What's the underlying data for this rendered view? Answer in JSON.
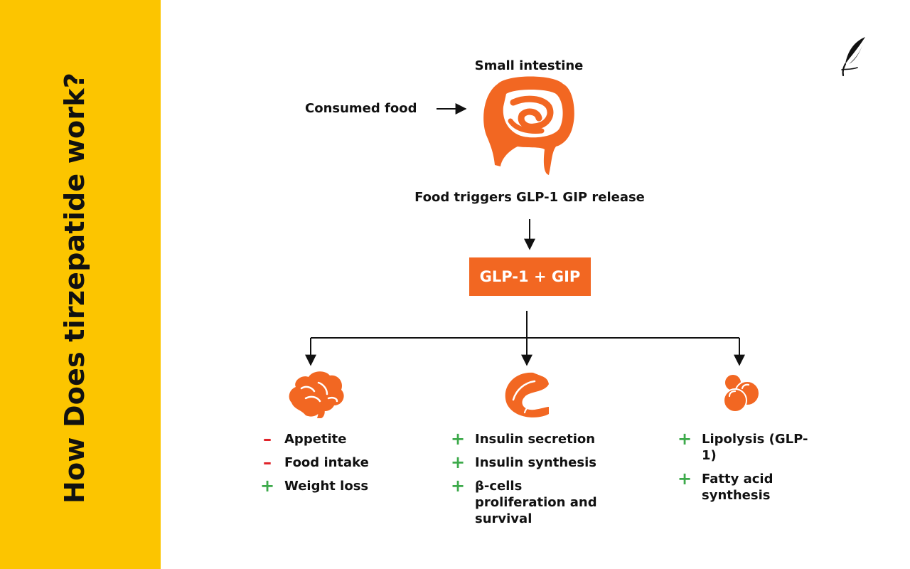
{
  "sidebar": {
    "title": "How Does tirzepatide work?"
  },
  "diagram": {
    "small_intestine_label": "Small intestine",
    "consumed_food_label": "Consumed food",
    "trigger_label": "Food triggers GLP-1 GIP release",
    "hormone_box_label": "GLP-1 + GIP"
  },
  "colors": {
    "sidebar": "#FCC500",
    "accent_orange": "#F26722",
    "minus_red": "#E0242A",
    "plus_green": "#3DAA4B"
  },
  "icons": [
    "intestine-icon",
    "brain-icon",
    "pancreas-icon",
    "fat-cells-icon",
    "feather-logo-icon"
  ],
  "effects": {
    "brain": [
      {
        "sign": "–",
        "text": "Appetite"
      },
      {
        "sign": "–",
        "text": "Food intake"
      },
      {
        "sign": "+",
        "text": "Weight loss"
      }
    ],
    "pancreas": [
      {
        "sign": "+",
        "text": "Insulin secretion"
      },
      {
        "sign": "+",
        "text": "Insulin synthesis"
      },
      {
        "sign": "+",
        "text": "β-cells proliferation and survival"
      }
    ],
    "fat": [
      {
        "sign": "+",
        "text": "Lipolysis (GLP-1)"
      },
      {
        "sign": "+",
        "text": "Fatty acid synthesis"
      }
    ]
  }
}
